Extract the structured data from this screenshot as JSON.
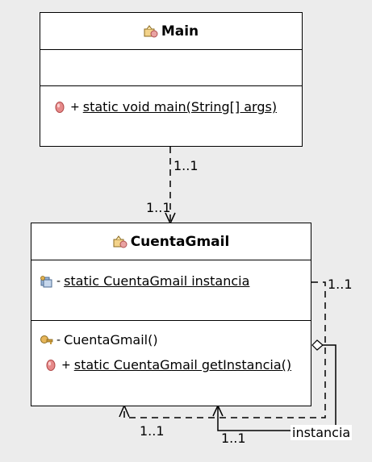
{
  "classes": {
    "main": {
      "name": "Main",
      "operations": [
        {
          "visibility": "+",
          "signature": "static void main(String[] args)",
          "static": true
        }
      ]
    },
    "cuenta": {
      "name": "CuentaGmail",
      "attributes": [
        {
          "visibility": "-",
          "signature": "static CuentaGmail instancia",
          "static": true
        }
      ],
      "operations": [
        {
          "visibility": "-",
          "signature": "CuentaGmail()",
          "static": false
        },
        {
          "visibility": "+",
          "signature": "static CuentaGmail getInstancia()",
          "static": true
        }
      ]
    }
  },
  "dependency": {
    "source_multiplicity": "1..1",
    "target_multiplicity": "1..1"
  },
  "self_dependency": {
    "right_multiplicity": "1..1",
    "bottom_multiplicity": "1..1"
  },
  "self_aggregation": {
    "multiplicity": "1..1",
    "role": "instancia"
  },
  "colors": {
    "background": "#ececec",
    "box": "#ffffff",
    "line": "#000000"
  }
}
